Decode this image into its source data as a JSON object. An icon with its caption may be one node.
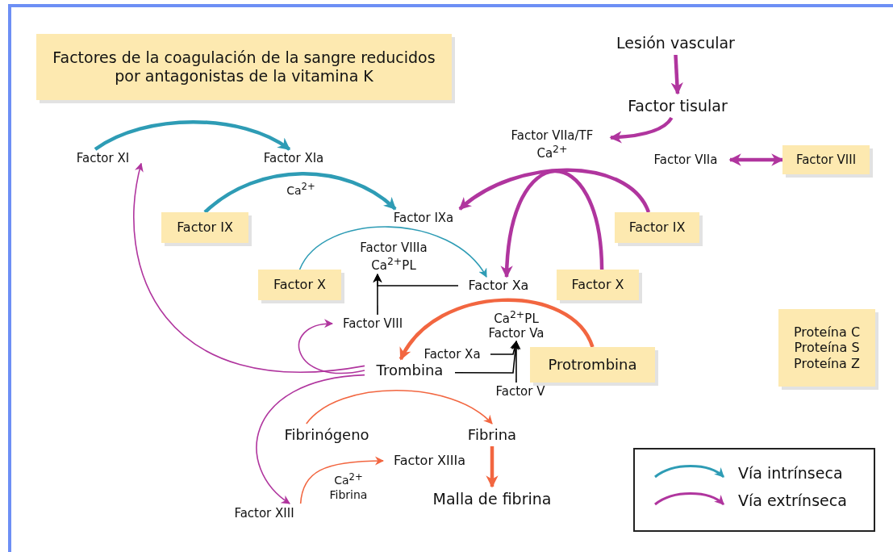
{
  "diagram": {
    "nodes": [
      {
        "text": [
          "Factores de la coagulación de la sangre reducidos por antagonistas de la vitamina K"
        ]
      },
      {
        "text": [
          "Lesión vascular"
        ]
      },
      {
        "text": [
          "Factor tisular"
        ]
      },
      {
        "text": [
          "Factor VIIa/TF",
          "Ca$^{2+}$"
        ]
      },
      {
        "text": [
          "Factor VIIa"
        ]
      },
      {
        "text": [
          "Factor VIII"
        ]
      },
      {
        "text": [
          "Factor XI"
        ]
      },
      {
        "text": [
          "Factor XIa"
        ]
      },
      {
        "text": [
          "Factor IX"
        ]
      },
      {
        "text": [
          "Factor IXa"
        ]
      },
      {
        "text": [
          "Factor IX"
        ]
      },
      {
        "text": [
          "Factor VIIIa",
          "Ca$^{2+}$PL"
        ]
      },
      {
        "text": [
          "Factor X"
        ]
      },
      {
        "text": [
          "Factor Xa"
        ]
      },
      {
        "text": [
          "Factor X"
        ]
      },
      {
        "text": [
          "Factor VIII"
        ]
      },
      {
        "text": [
          "Ca$^{2+}$PL",
          "Factor Va"
        ]
      },
      {
        "text": [
          "Factor Xa"
        ]
      },
      {
        "text": [
          "Trombina"
        ]
      },
      {
        "text": [
          "Protrombina"
        ]
      },
      {
        "text": [
          "Factor V"
        ]
      },
      {
        "text": [
          "Fibrinógeno"
        ]
      },
      {
        "text": [
          "Fibrina"
        ]
      },
      {
        "text": [
          "Factor XIIIa"
        ]
      },
      {
        "text": [
          "Malla de fibrina"
        ]
      },
      {
        "text": [
          "Factor XIII"
        ]
      },
      {
        "text": [
          "Proteína C",
          "Proteína S",
          "Proteína Z"
        ]
      }
    ],
    "edges": [
      {
        "from": 1,
        "to": 2,
        "arrow": "to",
        "style": "thick"
      },
      {
        "from": 2,
        "to": 3,
        "arrow": "to",
        "style": "thick"
      },
      {
        "from": 4,
        "to": 5,
        "arrow": "both",
        "style": "thick"
      },
      {
        "from": 10,
        "to": 9,
        "arrow": "to",
        "style": "thick"
      },
      {
        "from": 14,
        "to": 13,
        "arrow": "to",
        "style": "thick"
      },
      {
        "from": 6,
        "to": 7,
        "arrow": "to",
        "style": "thick",
        "color": "#2e9cb5"
      },
      {
        "from": 8,
        "to": 9,
        "arrow": "to",
        "label": "Ca$^{2+}$",
        "style": "thick",
        "color": "#2e9cb5"
      },
      {
        "from": 12,
        "to": 13,
        "arrow": "to",
        "color": "#2e9cb5"
      },
      {
        "from": 13,
        "to": 11,
        "arrow": "to",
        "color": "#000000"
      },
      {
        "from": 15,
        "to": 11,
        "arrow": "to",
        "color": "#000000"
      },
      {
        "from": 17,
        "to": 16,
        "arrow": "to",
        "color": "#000000"
      },
      {
        "from": 18,
        "to": 16,
        "arrow": "to",
        "color": "#000000"
      },
      {
        "from": 20,
        "to": 16,
        "arrow": "to",
        "color": "#000000"
      },
      {
        "from": 19,
        "to": 18,
        "arrow": "to",
        "style": "thick",
        "color": "#f26640"
      },
      {
        "from": 21,
        "to": 22,
        "arrow": "to",
        "color": "#f26640"
      },
      {
        "from": 22,
        "to": 24,
        "arrow": "to",
        "style": "thick",
        "color": "#f26640"
      },
      {
        "from": 25,
        "to": 23,
        "arrow": "to",
        "label": "Ca$^{2+}$ Fibrina",
        "color": "#f26640"
      },
      {
        "from": 18,
        "to": 6,
        "arrow": "to"
      },
      {
        "from": 18,
        "to": 15,
        "arrow": "to"
      },
      {
        "from": 18,
        "to": 25,
        "arrow": "to"
      }
    ],
    "legend": [
      {
        "text": "Vía intrínseca"
      },
      {
        "text": "Vía extrínseca"
      }
    ]
  }
}
